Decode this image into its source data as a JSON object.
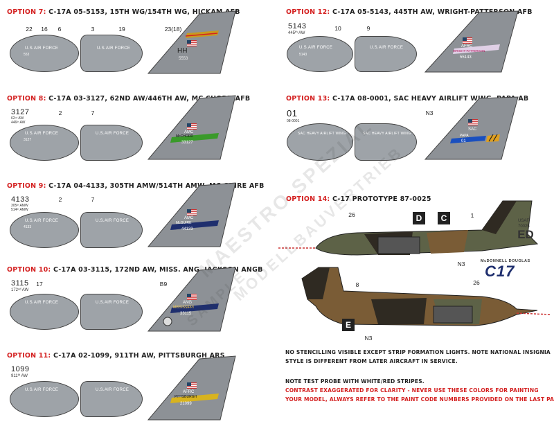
{
  "options": [
    {
      "id": "opt7",
      "label": "OPTION 7:",
      "desc": "C-17A 05-5153, 15TH WG/154TH WG, HICKAM AFB",
      "callouts": [
        "22",
        "16",
        "6",
        "3",
        "19",
        "23(18)"
      ],
      "fuselage_text": "U.S.AIR FORCE",
      "nose_small": "553",
      "tail_code": "HH",
      "tail_serial": "5553"
    },
    {
      "id": "opt8",
      "label": "OPTION 8:",
      "desc": "C-17A 03-3127, 62ND AW/446TH AW, MC CHORD AFB",
      "callouts": [
        "2",
        "7"
      ],
      "fuselage_text": "U.S.AIR FORCE",
      "side_num": "3127",
      "side_sub1": "62ⁿᵈ AW",
      "side_sub2": "446ᵗʰ AW",
      "nose_small": "3127",
      "tail_code": "AMC",
      "tail_band": "McCHORD",
      "tail_serial": "33127"
    },
    {
      "id": "opt9",
      "label": "OPTION 9:",
      "desc": "C-17A 04-4133, 305TH AMW/514TH AMW, MC GUIRE AFB",
      "callouts": [
        "2",
        "7"
      ],
      "fuselage_text": "U.S.AIR FORCE",
      "side_num": "4133",
      "side_sub1": "305ᵗʰ AMW",
      "side_sub2": "514ᵗʰ AMW",
      "nose_small": "4133",
      "tail_code": "AMC",
      "tail_band": "McGUIRE",
      "tail_serial": "44133"
    },
    {
      "id": "opt10",
      "label": "OPTION 10:",
      "desc": "C-17A 03-3115, 172ND AW, MISS. ANG, JACKSON ANGB",
      "callouts": [
        "17",
        "B9"
      ],
      "fuselage_text": "U.S.AIR FORCE",
      "side_num": "3115",
      "side_sub1": "172ⁿᵈ AW",
      "tail_code": "ANG",
      "tail_band": "MISSISSIPPI",
      "tail_serial": "33115"
    },
    {
      "id": "opt11",
      "label": "OPTION 11:",
      "desc": "C-17A 02-1099, 911TH AW, PITTSBURGH ARS",
      "callouts": [],
      "fuselage_text": "U.S.AIR FORCE",
      "side_num": "1099",
      "side_sub1": "911ᵗʰ AW",
      "tail_code": "AFRC",
      "tail_band": "PITTSBURGH",
      "tail_serial": "21099"
    },
    {
      "id": "opt12",
      "label": "OPTION 12:",
      "desc": "C-17A 05-5143, 445TH AW, WRIGHT-PATTERSON AFB",
      "callouts": [
        "10",
        "9"
      ],
      "fuselage_text": "U.S.AIR FORCE",
      "side_num": "5143",
      "side_sub1": "445ᵗʰ AW",
      "nose_small": "5143",
      "tail_code": "AFRC",
      "tail_band": "WRIGHT-PATTERSON",
      "tail_serial": "55143"
    },
    {
      "id": "opt13",
      "label": "OPTION 13:",
      "desc": "C-17A 08-0001, SAC HEAVY AIRLIFT WING, PAPA AB",
      "callouts": [
        "N3"
      ],
      "fuselage_text": "SAC HEAVY AIRLIFT WING",
      "side_num": "01",
      "side_sub1": "08-0001",
      "tail_code": "SAC",
      "tail_band": "PAPA",
      "tail_serial": "01"
    },
    {
      "id": "opt14",
      "label": "OPTION 14:",
      "desc": "C-17 PROTOTYPE  87-0025",
      "callouts": [
        "26",
        "1",
        "N3",
        "8",
        "26",
        "N3"
      ],
      "boxes": [
        "D",
        "C",
        "E"
      ],
      "tail_small1": "USAF",
      "tail_small2": "70025",
      "tail_code": "ED"
    }
  ],
  "logo": {
    "top": "McDONNELL DOUGLAS",
    "main": "C17"
  },
  "notes": [
    {
      "text": "NO STENCILLING VISIBLE EXCEPT STRIP FORMATION LIGHTS. NOTE NATIONAL INSIGNIA",
      "color": "dark"
    },
    {
      "text": "STYLE IS DIFFERENT FROM LATER AIRCRAFT IN SERVICE.",
      "color": "dark"
    },
    {
      "text": "NOTE TEST PROBE WITH WHITE/RED STRIPES.",
      "color": "dark"
    },
    {
      "text": "CONTRAST EXAGGERATED FOR CLARITY - NEVER USE THESE COLORS FOR PAINTING",
      "color": "red"
    },
    {
      "text": "YOUR MODEL, ALWAYS REFER TO THE PAINT CODE NUMBERS PROVIDED ON THE LAST PAGE.",
      "color": "red"
    }
  ],
  "watermark": [
    "MAESTRO SPEZIAL",
    "MODELLBAUVERTRIEB",
    "SAMPLE"
  ],
  "colors": {
    "accent": "#d42121",
    "fuselage": "#9ea3a8",
    "tail": "#8d9196",
    "camo_dark": "#2f2a22",
    "camo_brown": "#7a5c36",
    "camo_green": "#5d6247"
  }
}
